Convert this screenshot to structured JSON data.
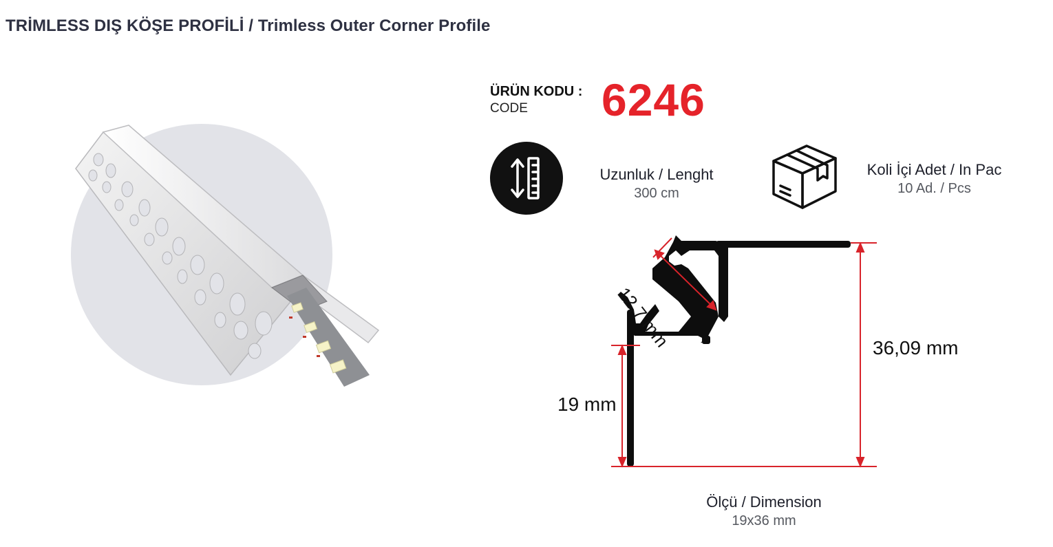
{
  "title": "TRİMLESS DIŞ KÖŞE PROFİLİ / Trimless Outer Corner Profile",
  "product_code": {
    "label": "ÜRÜN KODU :",
    "sublabel": "CODE",
    "value": "6246"
  },
  "specs": {
    "length": {
      "icon": "ruler-icon",
      "title": "Uzunluk / Lenght",
      "value": "300 cm"
    },
    "package": {
      "icon": "box-icon",
      "title": "Koli İçi Adet / In Pac",
      "value": "10 Ad. / Pcs"
    },
    "dimension": {
      "title": "Ölçü / Dimension",
      "value": "19x36 mm"
    }
  },
  "drawing": {
    "inner_width": "12,7 mm",
    "height_total": "36,09 mm",
    "flange_height": "19 mm"
  },
  "colors": {
    "accent_red": "#e5232a",
    "title_text": "#2e3142",
    "dimension_line": "#d8232a",
    "circle_background": "#e2e3e8"
  }
}
